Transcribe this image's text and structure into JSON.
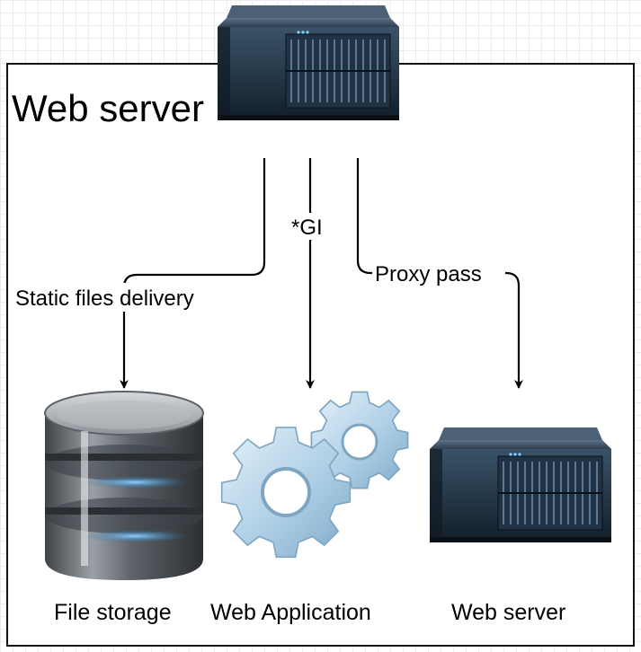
{
  "container": {
    "title": "Web server"
  },
  "edges": [
    {
      "label": "Static files delivery"
    },
    {
      "label": "*GI"
    },
    {
      "label": "Proxy pass"
    }
  ],
  "nodes": [
    {
      "label": "File storage",
      "icon": "database-icon"
    },
    {
      "label": "Web Application",
      "icon": "gears-icon"
    },
    {
      "label": "Web server",
      "icon": "server-rack-icon"
    }
  ],
  "colors": {
    "server_body": "#1c2a38",
    "server_panel": "#2e4458",
    "gear": "#a9cce3",
    "db_body": "#6d7378",
    "db_ring": "#4aa3df"
  }
}
